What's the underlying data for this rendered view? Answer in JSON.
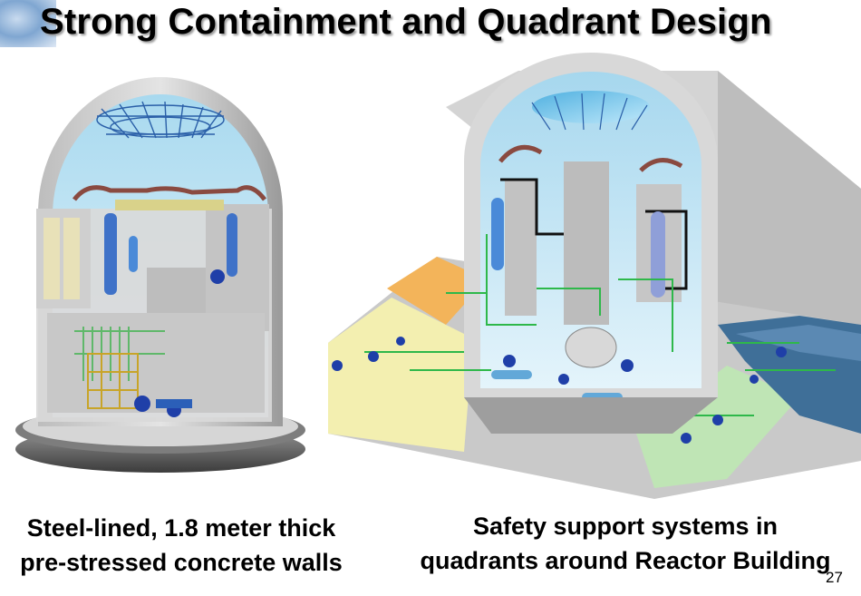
{
  "slide": {
    "title": "Strong Containment and Quadrant Design",
    "left_caption": {
      "line1": "Steel-lined, 1.8 meter thick",
      "line2": "pre-stressed concrete walls"
    },
    "right_caption": {
      "line1": "Safety support systems in",
      "line2": "quadrants around Reactor Building"
    },
    "page_number": "27"
  },
  "colors": {
    "dome_sky": "#bfe3f4",
    "concrete": "#c9c9c9",
    "quadrant_yellow": "#f3efb0",
    "quadrant_orange": "#f3b45a",
    "quadrant_green": "#bfe5b5",
    "quadrant_blue": "#3f6f98",
    "piping_green": "#2eb84a",
    "pump_blue": "#1f3fa8"
  }
}
